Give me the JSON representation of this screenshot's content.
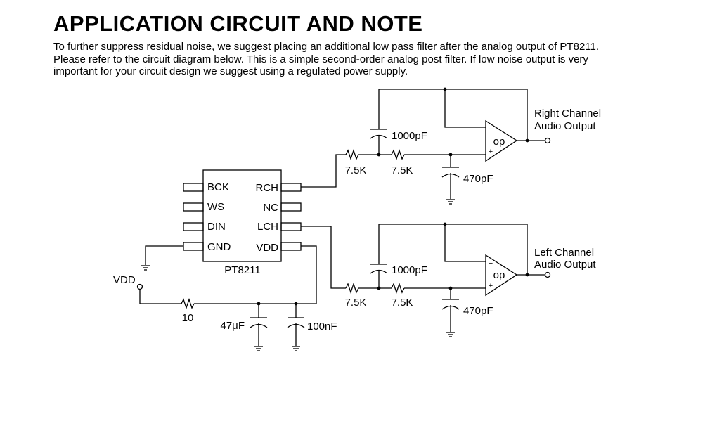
{
  "header": {
    "title": "APPLICATION CIRCUIT AND NOTE",
    "paragraph": [
      "To further suppress residual noise, we suggest placing an additional low pass filter after the analog output of PT8211.",
      "Please refer to the circuit diagram below. This is a simple second-order analog post filter. If low noise output is very",
      "important for your circuit design we suggest using a regulated power supply."
    ]
  },
  "chip": {
    "name": "PT8211",
    "left_pins": [
      "BCK",
      "WS",
      "DIN",
      "GND"
    ],
    "right_pins": [
      "RCH",
      "NC",
      "LCH",
      "VDD"
    ]
  },
  "right_channel": {
    "output_label": [
      "Right Channel",
      "Audio Output"
    ],
    "r1": "7.5K",
    "r2": "7.5K",
    "c_feedback": "1000pF",
    "c_ground": "470pF",
    "opamp": "op",
    "minus": "−",
    "plus": "+"
  },
  "left_channel": {
    "output_label": [
      "Left Channel",
      "Audio Output"
    ],
    "r1": "7.5K",
    "r2": "7.5K",
    "c_feedback": "1000pF",
    "c_ground": "470pF",
    "opamp": "op",
    "minus": "−",
    "plus": "+"
  },
  "power": {
    "vdd_label": "VDD",
    "resistor": "10",
    "cap1": "47μF",
    "cap2": "100nF"
  }
}
